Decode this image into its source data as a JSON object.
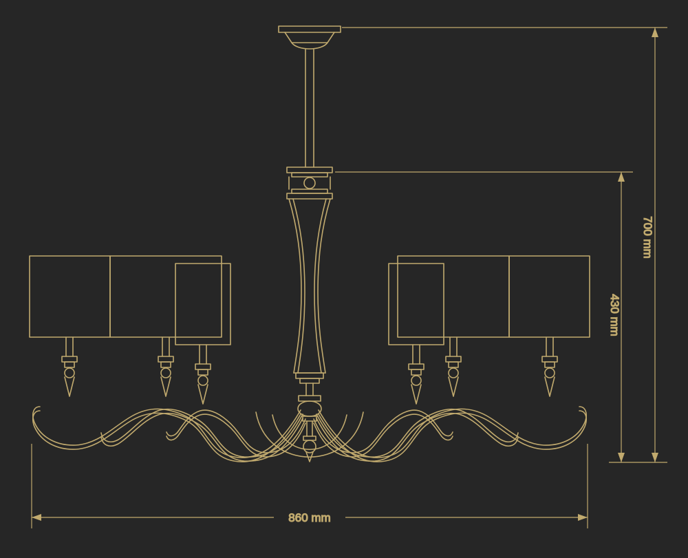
{
  "colors": {
    "background": "#262626",
    "line": "#c1aa6e"
  },
  "diagram": {
    "subject": "chandelier-technical-drawing",
    "dimensions": {
      "total_height": "700 mm",
      "body_height": "430 mm",
      "width": "860 mm"
    }
  }
}
